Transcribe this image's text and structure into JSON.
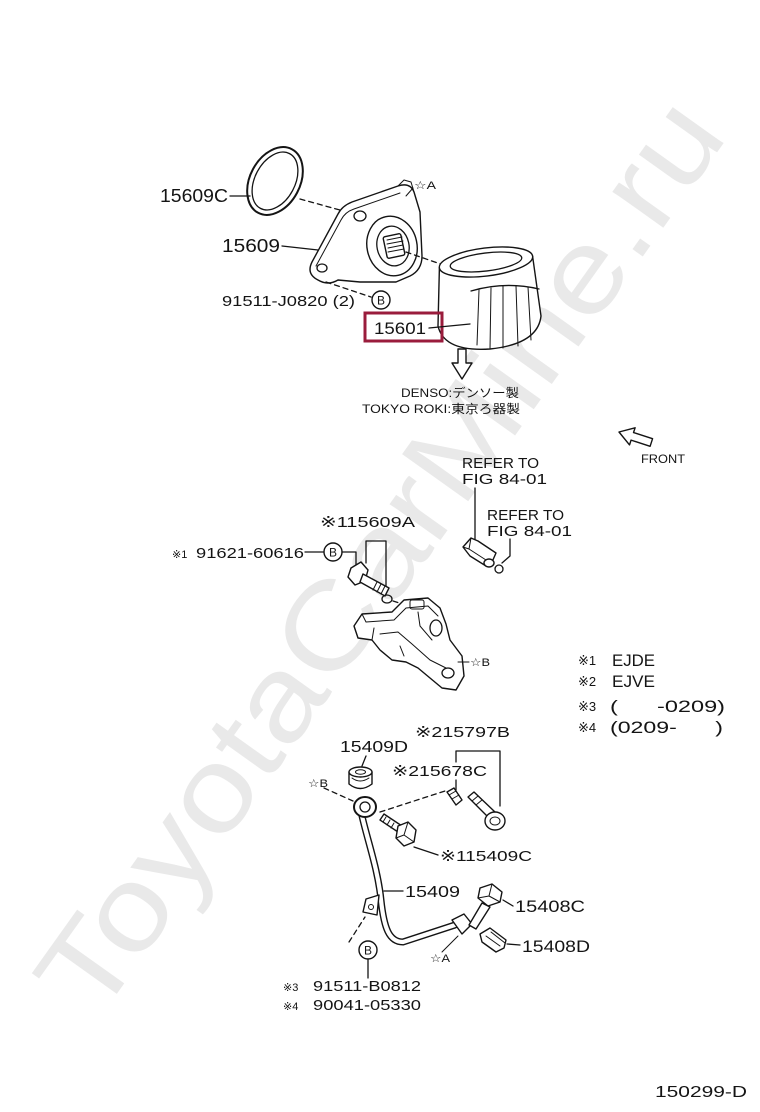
{
  "watermark": "ToyotaCarMine.ru",
  "figure_code": "150299-D",
  "colors": {
    "highlight": "#9a1c3c",
    "ink": "#141414"
  },
  "callouts": {
    "c15609C": "15609C",
    "c15609": "15609",
    "c91511J0820": "91511-J0820 (2)",
    "c15601": "15601",
    "c115609A": "※115609A",
    "c91621": "91621-60616",
    "c215797B": "※215797B",
    "c15409D": "15409D",
    "c215678C": "※215678C",
    "c115409C": "※115409C",
    "c15409": "15409",
    "c15408C": "15408C",
    "c15408D": "15408D",
    "c91511B0812": "91511-B0812",
    "c90041": "90041-05330"
  },
  "marks": {
    "star_a": "☆A",
    "star_b": "☆B",
    "circle_b": "B",
    "n1": "※1",
    "n3": "※3",
    "n4": "※4"
  },
  "maker_notes": [
    "DENSO:デンソー製",
    "TOKYO ROKI:東京ろ器製"
  ],
  "front_label": "FRONT",
  "refer_to": [
    {
      "line1": "REFER TO",
      "line2": "FIG 84-01"
    },
    {
      "line1": "REFER TO",
      "line2": "FIG 84-01"
    }
  ],
  "legend": [
    {
      "mark": "※1",
      "value": "EJDE"
    },
    {
      "mark": "※2",
      "value": "EJVE"
    },
    {
      "mark": "※3",
      "value": "(      -0209)"
    },
    {
      "mark": "※4",
      "value": "(0209-      )"
    }
  ]
}
